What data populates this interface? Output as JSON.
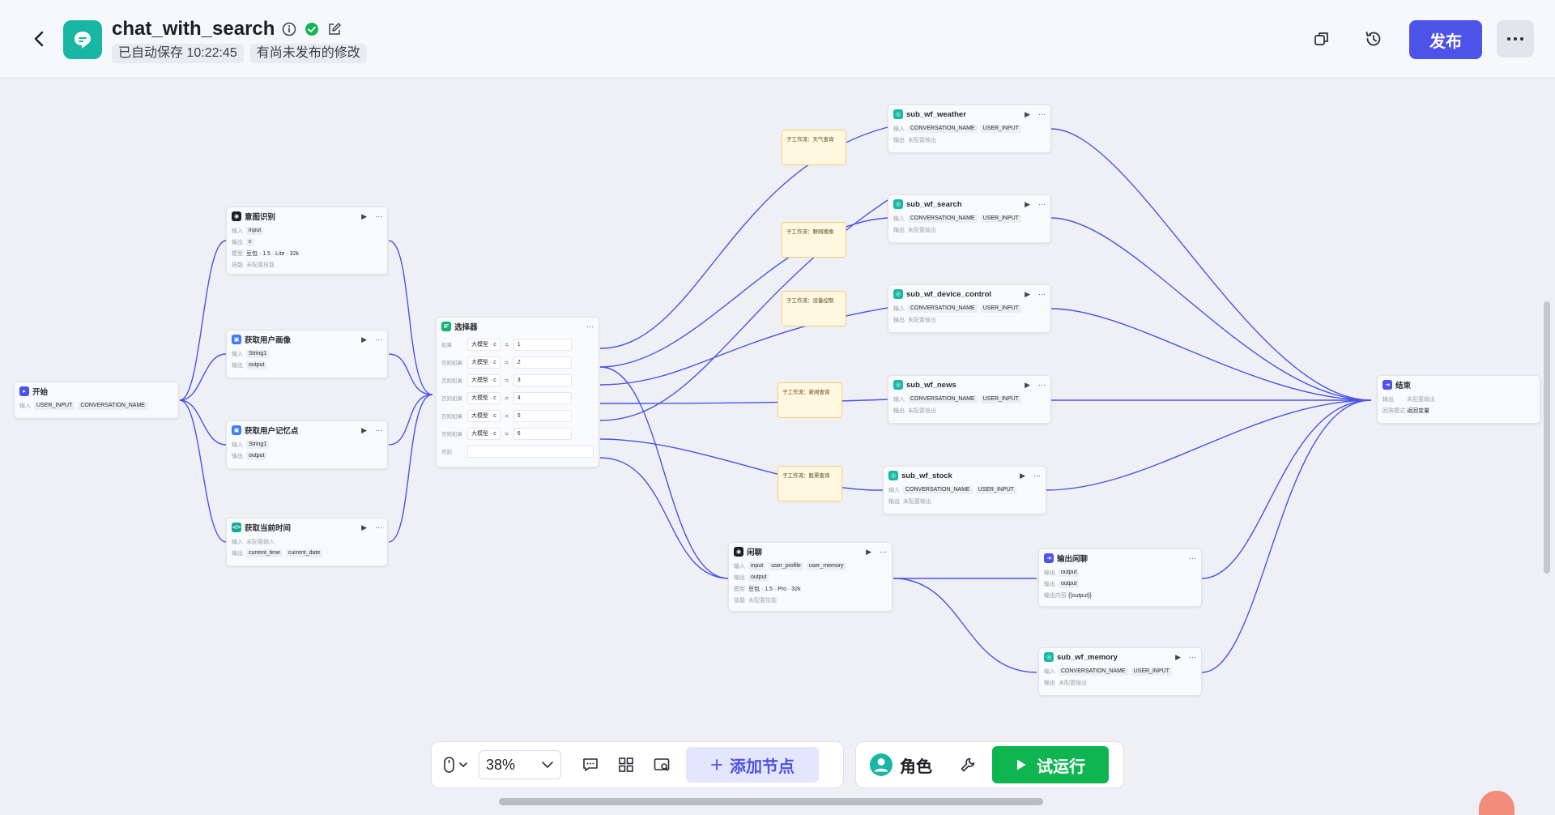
{
  "header": {
    "title": "chat_with_search",
    "autosave": "已自动保存 10:22:45",
    "unpublished": "有尚未发布的修改",
    "publish_label": "发布"
  },
  "colors": {
    "accent": "#4d53e8",
    "run": "#0fb551",
    "app_icon": "#17b7a4",
    "note_bg": "#fff7df"
  },
  "nodes": {
    "start": {
      "title": "开始",
      "in_label": "输入",
      "vars": [
        "USER_INPUT",
        "CONVERSATION_NAME"
      ]
    },
    "intent": {
      "title": "意图识别",
      "in_label": "输入",
      "in_val": "input",
      "out_label": "输出",
      "out_val": "c",
      "model_label": "模型",
      "model_val": "豆包 · 1.5 · Lite · 32k",
      "skill_label": "技能",
      "skill_val": "未配置技能"
    },
    "portrait": {
      "title": "获取用户画像",
      "in_label": "输入",
      "in_val": "String1",
      "out_label": "输出",
      "out_val": "output"
    },
    "memory_point": {
      "title": "获取用户记忆点",
      "in_label": "输入",
      "in_val": "String1",
      "out_label": "输出",
      "out_val": "output"
    },
    "time": {
      "title": "获取当前时间",
      "in_label": "输入",
      "in_val": "未配置输入",
      "out_label": "输出",
      "out_vals": [
        "current_time",
        "current_date"
      ]
    },
    "selector": {
      "title": "选择器",
      "rows": [
        {
          "label": "如果",
          "left": "大模型 · c",
          "op": "=",
          "right": "1"
        },
        {
          "label": "否则如果",
          "left": "大模型 · c",
          "op": "=",
          "right": "2"
        },
        {
          "label": "否则如果",
          "left": "大模型 · c",
          "op": "=",
          "right": "3"
        },
        {
          "label": "否则如果",
          "left": "大模型 · c",
          "op": "=",
          "right": "4"
        },
        {
          "label": "否则如果",
          "left": "大模型 · c",
          "op": "=",
          "right": "5"
        },
        {
          "label": "否则如果",
          "left": "大模型 · c",
          "op": "=",
          "right": "6"
        }
      ],
      "else_label": "否则"
    },
    "weather": {
      "title": "sub_wf_weather",
      "in_label": "输入",
      "vars": [
        "CONVERSATION_NAME",
        "USER_INPUT"
      ],
      "out_label": "输出",
      "out_val": "未配置输出"
    },
    "search": {
      "title": "sub_wf_search",
      "in_label": "输入",
      "vars": [
        "CONVERSATION_NAME",
        "USER_INPUT"
      ],
      "out_label": "输出",
      "out_val": "未配置输出"
    },
    "device": {
      "title": "sub_wf_device_control",
      "in_label": "输入",
      "vars": [
        "CONVERSATION_NAME",
        "USER_INPUT"
      ],
      "out_label": "输出",
      "out_val": "未配置输出"
    },
    "news": {
      "title": "sub_wf_news",
      "in_label": "输入",
      "vars": [
        "CONVERSATION_NAME",
        "USER_INPUT"
      ],
      "out_label": "输出",
      "out_val": "未配置输出"
    },
    "stock": {
      "title": "sub_wf_stock",
      "in_label": "输入",
      "vars": [
        "CONVERSATION_NAME",
        "USER_INPUT"
      ],
      "out_label": "输出",
      "out_val": "未配置输出"
    },
    "chat": {
      "title": "闲聊",
      "in_label": "输入",
      "vars": [
        "input",
        "user_profile",
        "user_memory"
      ],
      "out_label": "输出",
      "out_val": "output",
      "model_label": "模型",
      "model_val": "豆包 · 1.5 · Pro · 32k",
      "skill_label": "技能",
      "skill_val": "未配置技能"
    },
    "output_chat": {
      "title": "输出闲聊",
      "out_label": "输出",
      "out_vals": [
        "output",
        "output"
      ],
      "content_label": "输出内容",
      "content_val": "{{output}}"
    },
    "wf_memory": {
      "title": "sub_wf_memory",
      "in_label": "输入",
      "vars": [
        "CONVERSATION_NAME",
        "USER_INPUT"
      ],
      "out_label": "输出",
      "out_val": "未配置输出"
    },
    "end": {
      "title": "结束",
      "out_label": "输出",
      "out_val": "未配置输出",
      "mode_label": "回答模式",
      "mode_val": "返回变量"
    }
  },
  "notes": {
    "weather": "子工作流：天气查询",
    "search": "子工作流：联网搜索",
    "device": "子工作流：设备控制",
    "news": "子工作流：新闻查询",
    "stock": "子工作流：股票查询"
  },
  "toolbar": {
    "zoom": "38%",
    "add_node": "添加节点",
    "role": "角色",
    "run": "试运行"
  },
  "icons": [
    "back-arrow-icon",
    "info-icon",
    "check-circle-icon",
    "edit-icon",
    "copy-icon",
    "history-icon",
    "more-icon",
    "mouse-icon",
    "comment-icon",
    "grid-icon",
    "minimap-icon",
    "plus-icon",
    "user-icon",
    "wrench-icon",
    "play-icon"
  ]
}
